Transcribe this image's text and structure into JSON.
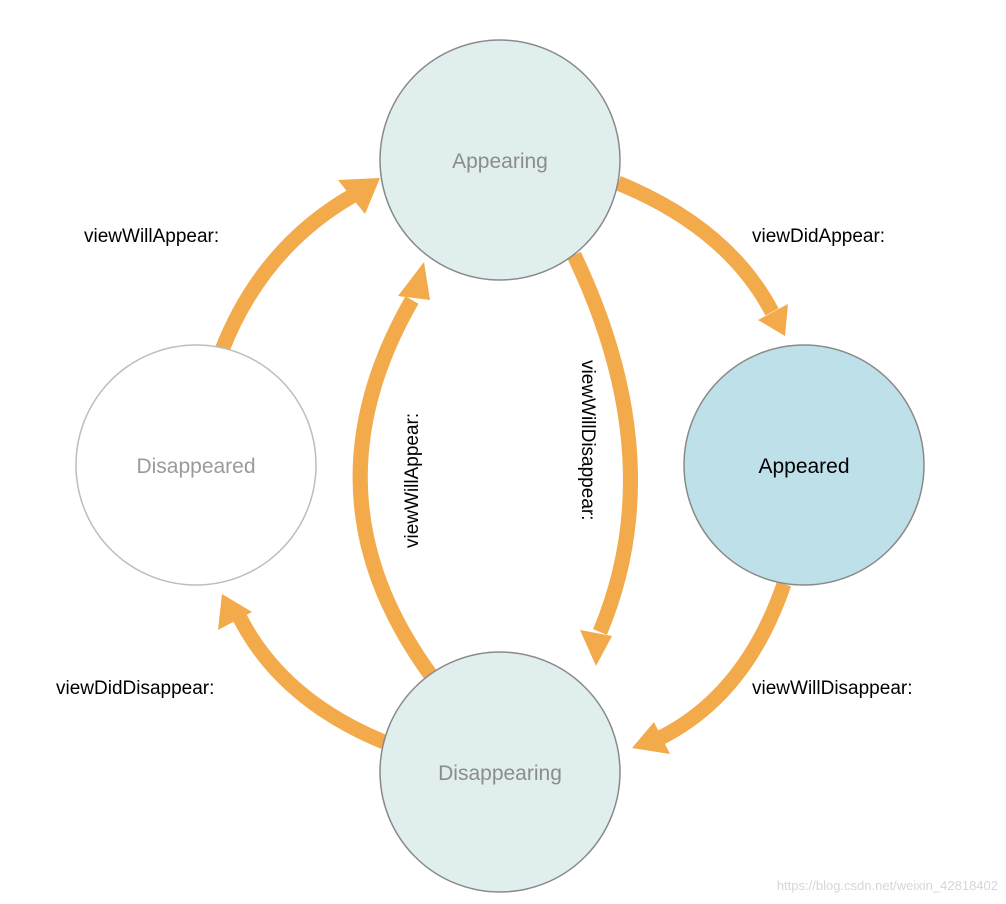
{
  "colors": {
    "arrow": "#f2aa4a",
    "transitional_fill": "#e0eeee",
    "appeared_fill": "#bde0e9",
    "disappeared_fill": "#ffffff",
    "circle_stroke": "#8a8a8a",
    "disappeared_stroke": "#bdbdbd",
    "muted_text": "#8c8c8c",
    "text": "#000000",
    "watermark": "#d6d6d6"
  },
  "states": {
    "appearing": "Appearing",
    "appeared": "Appeared",
    "disappearing": "Disappearing",
    "disappeared": "Disappeared"
  },
  "transitions": {
    "disappeared_to_appearing": "viewWillAppear:",
    "appearing_to_appeared": "viewDidAppear:",
    "disappearing_to_appearing": "viewWillAppear:",
    "appearing_to_disappearing": "viewWillDisappear:",
    "appeared_to_disappearing": "viewWillDisappear:",
    "disappearing_to_disappeared": "viewDidDisappear:"
  },
  "watermark": "https://blog.csdn.net/weixin_42818402"
}
